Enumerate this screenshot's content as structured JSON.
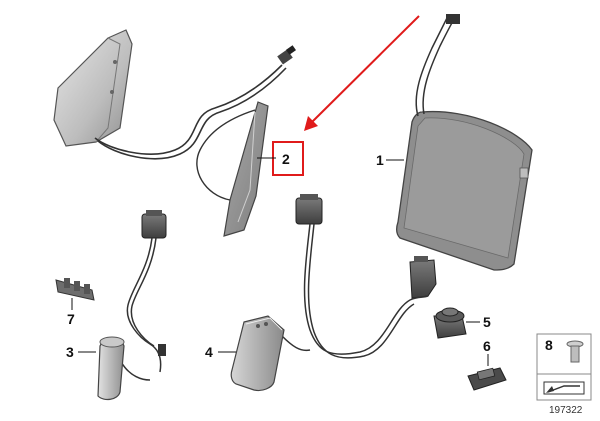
{
  "diagram": {
    "reference_number": "197322",
    "highlight_color": "#e01b1b",
    "callouts": {
      "c1": "1",
      "c2": "2",
      "c3": "3",
      "c4": "4",
      "c5": "5",
      "c6": "6",
      "c7": "7",
      "c8": "8"
    }
  }
}
